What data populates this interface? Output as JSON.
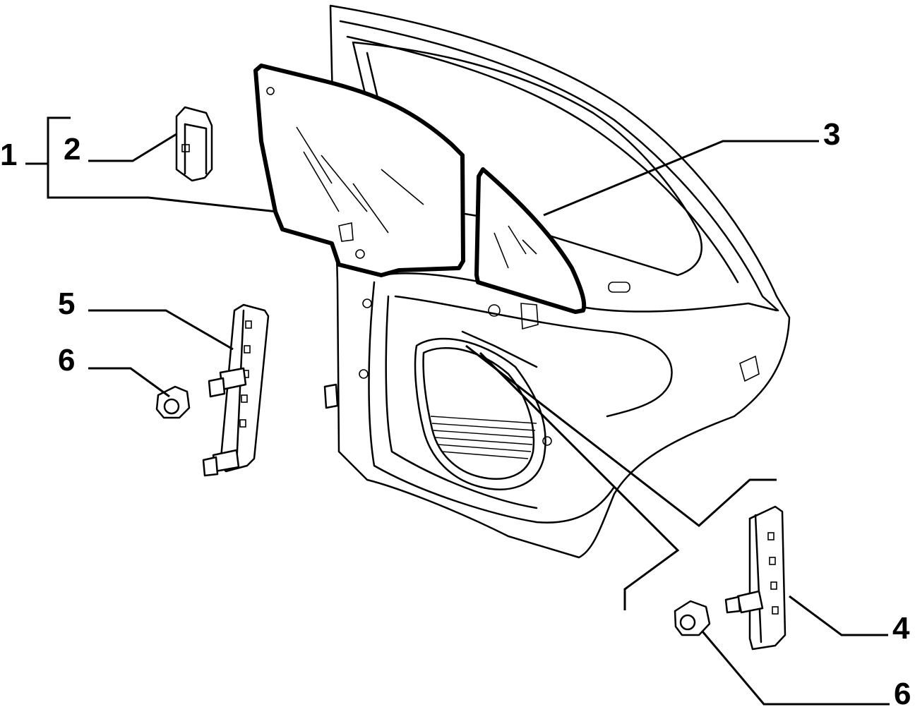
{
  "callouts": {
    "c1": "1",
    "c2": "2",
    "c3": "3",
    "c4": "4",
    "c5": "5",
    "c6_left": "6",
    "c6_right": "6"
  }
}
